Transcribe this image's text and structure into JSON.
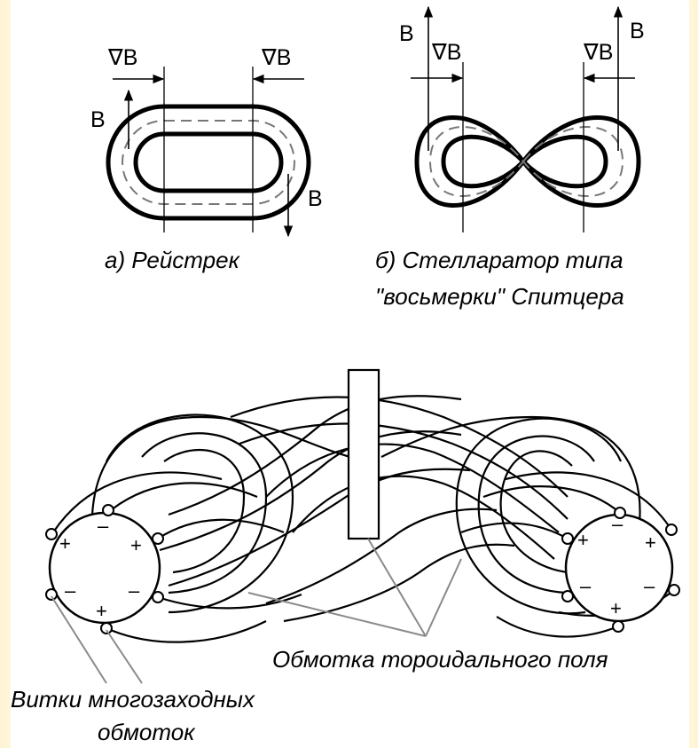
{
  "diagram_a": {
    "gradB_left": "∇B",
    "gradB_right": "∇B",
    "B_top": "B",
    "B_bottom": "B",
    "caption": "а) Рейстрек"
  },
  "diagram_b": {
    "B_left": "B",
    "B_right": "B",
    "gradB_left": "∇B",
    "gradB_right": "∇B",
    "caption_line1": "б) Стелларатор типа",
    "caption_line2": "\"восьмерки\" Спитцера"
  },
  "diagram_c": {
    "left_signs": [
      "+",
      "–",
      "+",
      "–",
      "–",
      "+"
    ],
    "right_signs": [
      "+",
      "–",
      "+",
      "–",
      "–",
      "+"
    ],
    "label_toroidal": "Обмотка тороидального поля",
    "label_helical_line1": "Витки многозаходных",
    "label_helical_line2": "обмоток"
  },
  "colors": {
    "background": "#fdf1cc",
    "panel": "#ffffff",
    "ink": "#000000",
    "leader": "#8a8a8a"
  }
}
